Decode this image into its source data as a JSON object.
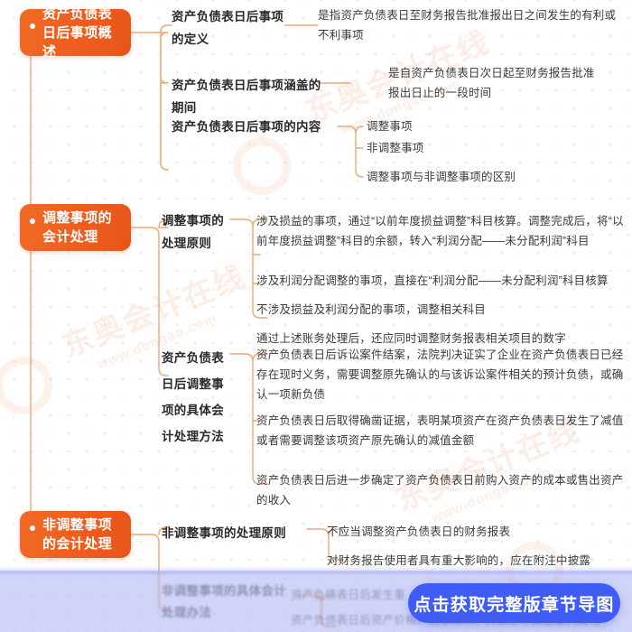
{
  "watermark": {
    "brand": "东奥会计在线",
    "url": "www.dongao.com"
  },
  "colors": {
    "node_orange_from": "#f06a26",
    "node_orange_to": "#e8541a",
    "wire": "#f0a776",
    "cta_blue": "#3f5cf6",
    "veil": "#96a0ee",
    "dot": "#f0783c"
  },
  "branches": [
    {
      "id": "overview",
      "title": "资产负债表日后事项概述",
      "children": [
        {
          "label": "资产负债表日后事项的定义",
          "leaves": [
            "是指资产负债表日至财务报告批准报出日之间发生的有利或不利事项"
          ]
        },
        {
          "label": "资产负债表日后事项涵盖的期间",
          "leaves": [
            "是自资产负债表日次日起至财务报告批准报出日止的一段时间"
          ]
        },
        {
          "label": "资产负债表日后事项的内容",
          "leaves": [
            "调整事项",
            "非调整事项",
            "调整事项与非调整事项的区别"
          ]
        }
      ]
    },
    {
      "id": "adjusting",
      "title": "调整事项的会计处理",
      "children": [
        {
          "label": "调整事项的处理原则",
          "leaves": [
            "涉及损益的事项，通过“以前年度损益调整”科目核算。调整完成后，将“以前年度损益调整”科目的余额，转入“利润分配——未分配利润”科目",
            "涉及利润分配调整的事项，直接在“利润分配——未分配利润”科目核算",
            "不涉及损益及利润分配的事项，调整相关科目",
            "通过上述账务处理后，还应同时调整财务报表相关项目的数字"
          ]
        },
        {
          "label": "资产负债表日后调整事项的具体会计处理方法",
          "leaves": [
            "资产负债表日后诉讼案件结案，法院判决证实了企业在资产负债表日已经存在现时义务，需要调整原先确认的与该诉讼案件相关的预计负债，或确认一项新负债",
            "资产负债表日后取得确凿证据，表明某项资产在资产负债表日发生了减值或者需要调整该项资产原先确认的减值金额",
            "资产负债表日后进一步确定了资产负债表日前购入资产的成本或售出资产的收入"
          ]
        }
      ]
    },
    {
      "id": "nonadjusting",
      "title": "非调整事项的会计处理",
      "children": [
        {
          "label": "非调整事项的处理原则",
          "leaves": [
            "不应当调整资产负债表日的财务报表",
            "对财务报告使用者具有重大影响的，应在附注中披露"
          ]
        },
        {
          "label": "非调整事项的具体会计处理办法",
          "leaves": [
            "资产负债表日后发生重",
            "资产负债表日后资产价格、税收政策、外汇汇率发生重大变化"
          ]
        }
      ]
    }
  ],
  "cta": {
    "label": "点击获取完整版章节导图"
  }
}
